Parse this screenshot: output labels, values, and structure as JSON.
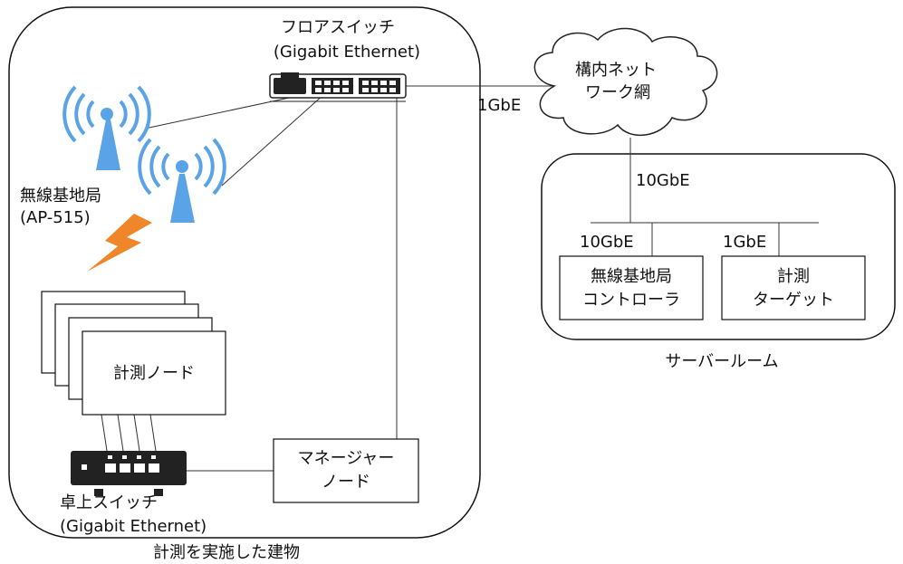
{
  "labels": {
    "floor_switch_line1": "フロアスイッチ",
    "floor_switch_line2": "(Gigabit Ethernet)",
    "campus_net_line1": "構内ネット",
    "campus_net_line2": "ワーク網",
    "uplink_speed": "1GbE",
    "wireless_ap_line1": "無線基地局",
    "wireless_ap_line2": "(AP-515)",
    "measurement_node": "計測ノード",
    "desk_switch_line1": "卓上スイッチ",
    "desk_switch_line2": "(Gigabit Ethernet)",
    "manager_node_line1": "マネージャー",
    "manager_node_line2": "ノード",
    "building_caption": "計測を実施した建物",
    "server_uplink_speed": "10GbE",
    "controller_link_speed": "10GbE",
    "target_link_speed": "1GbE",
    "controller_line1": "無線基地局",
    "controller_line2": "コントローラ",
    "target_line1": "計測",
    "target_line2": "ターゲット",
    "server_room_caption": "サーバールーム"
  },
  "icons": {
    "access_point": "wifi-antenna-icon",
    "switch": "network-switch-icon",
    "cloud": "cloud-icon",
    "interference": "lightning-bolt-icon"
  },
  "colors": {
    "antenna_blue": "#5aa3e6",
    "bolt_orange": "#f0862a",
    "switch_body": "#222222",
    "line": "#333333"
  }
}
